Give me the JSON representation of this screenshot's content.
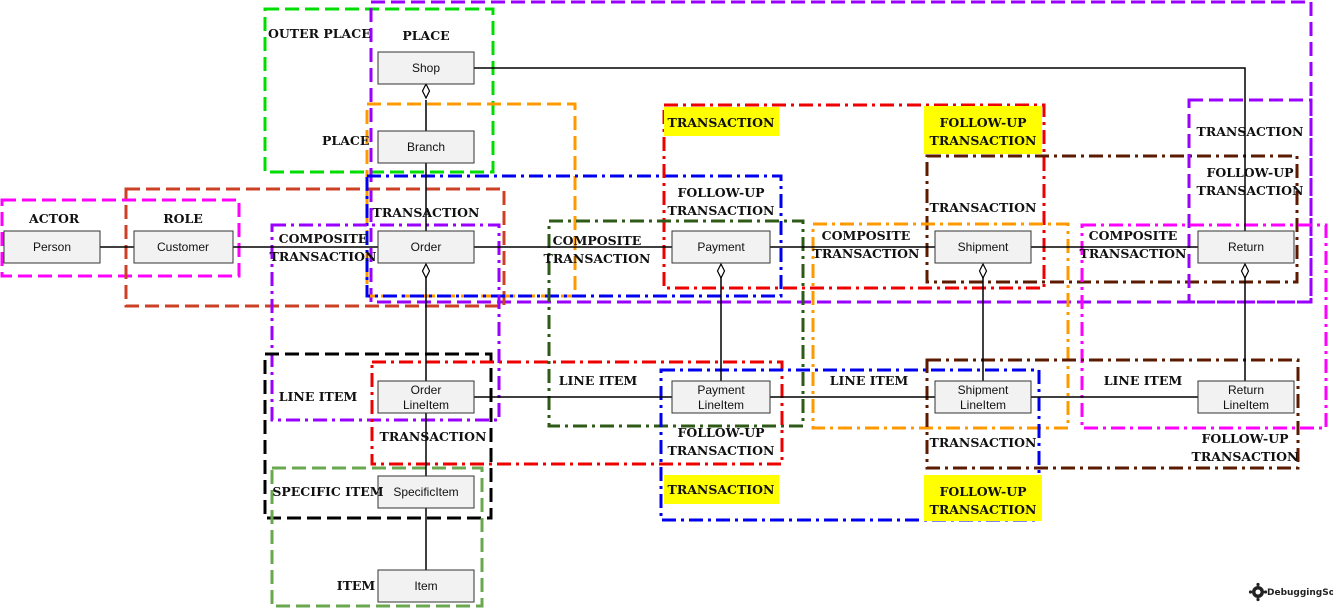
{
  "nodes": {
    "shop": "Shop",
    "branch": "Branch",
    "person": "Person",
    "customer": "Customer",
    "order": "Order",
    "payment": "Payment",
    "shipment": "Shipment",
    "return": "Return",
    "order_lineitem": [
      "Order",
      "LineItem"
    ],
    "payment_lineitem": [
      "Payment",
      "LineItem"
    ],
    "shipment_lineitem": [
      "Shipment",
      "LineItem"
    ],
    "return_lineitem": [
      "Return",
      "LineItem"
    ],
    "specific_item": "SpecificItem",
    "item": "Item"
  },
  "labels": {
    "outer_place": "OUTER PLACE",
    "place_top": "PLACE",
    "place_branch": "PLACE",
    "actor": "ACTOR",
    "role": "ROLE",
    "transaction_order": "TRANSACTION",
    "composite_order": [
      "COMPOSITE",
      "TRANSACTION"
    ],
    "transaction_payment_hl": "TRANSACTION",
    "followup_payment": [
      "FOLLOW-UP",
      "TRANSACTION"
    ],
    "composite_payment": [
      "COMPOSITE",
      "TRANSACTION"
    ],
    "followup_shipment_hl": [
      "FOLLOW-UP",
      "TRANSACTION"
    ],
    "transaction_shipment": "TRANSACTION",
    "composite_shipment": [
      "COMPOSITE",
      "TRANSACTION"
    ],
    "transaction_return": "TRANSACTION",
    "followup_return": [
      "FOLLOW-UP",
      "TRANSACTION"
    ],
    "composite_return": [
      "COMPOSITE",
      "TRANSACTION"
    ],
    "line_item_order": "LINE ITEM",
    "transaction_orderline": "TRANSACTION",
    "line_item_payment": "LINE ITEM",
    "followup_paymentline": [
      "FOLLOW-UP",
      "TRANSACTION"
    ],
    "transaction_paymentline_hl": "TRANSACTION",
    "line_item_shipment": "LINE ITEM",
    "transaction_shipmentline": "TRANSACTION",
    "followup_shipmentline_hl": [
      "FOLLOW-UP",
      "TRANSACTION"
    ],
    "line_item_return": "LINE ITEM",
    "followup_returnline": [
      "FOLLOW-UP",
      "TRANSACTION"
    ],
    "specific_item": "SPECIFIC ITEM",
    "item": "ITEM"
  },
  "logo": "DebuggingSoft",
  "colors": {
    "highlight": "#ffff00",
    "purple": "#9900ff",
    "green": "#00dd00",
    "orange": "#ff9900",
    "magenta": "#ff00ff",
    "brown_red": "#cc4125",
    "blue": "#0000ee",
    "red": "#ee0000",
    "dark_green": "#2d5a16",
    "dark_brown": "#5c1a00",
    "black": "#000000",
    "olive_green": "#6aa84f"
  }
}
